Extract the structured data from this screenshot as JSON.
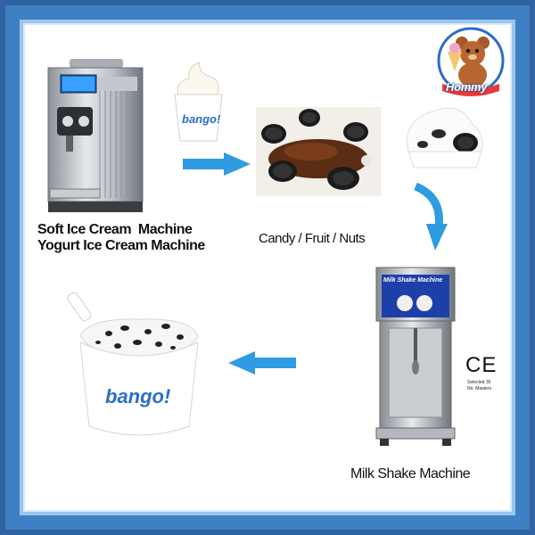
{
  "brand": {
    "logo_text": "Hommy"
  },
  "steps": [
    {
      "caption_line1": "Soft Ice Cream  Machine",
      "caption_line2": "Yogurt Ice Cream Machine"
    },
    {
      "caption": "Candy / Fruit / Nuts"
    },
    {
      "caption": "Milk Shake Machine",
      "machine_label": "Milk Shake Machine"
    },
    {
      "cup_brand": "bango!"
    }
  ],
  "small_cup_brand": "bango!",
  "certification": {
    "mark": "CE",
    "note_line1": "Selected 30",
    "note_line2": "No. Masters"
  },
  "colors": {
    "frame": "#3f7fc4",
    "arrow": "#2f9be0",
    "brand_blue": "#2a6ec6"
  }
}
